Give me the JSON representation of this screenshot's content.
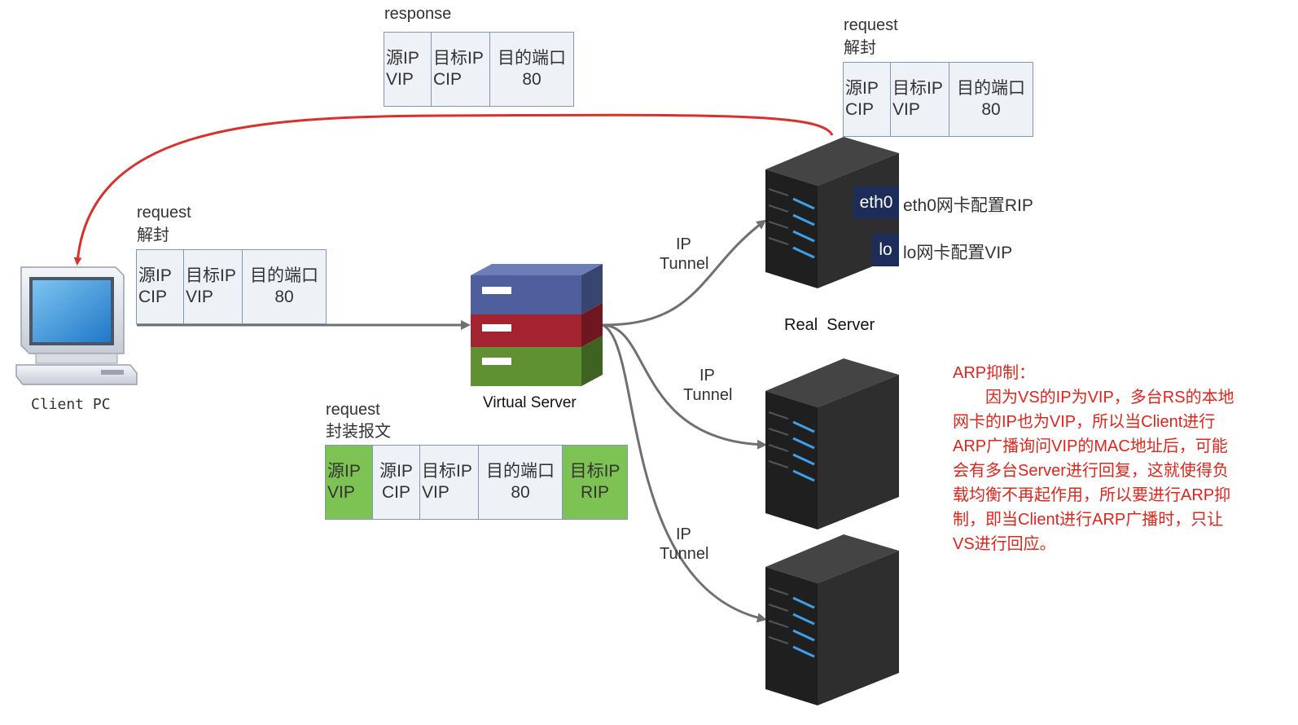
{
  "response_label": "response",
  "response_packet": {
    "c1a": "源IP",
    "c1b": "VIP",
    "c2a": "目标IP",
    "c2b": "CIP",
    "c3a": "目的端口",
    "c3b": "80"
  },
  "rs_request": {
    "l1": "request",
    "l2": "解封"
  },
  "rs_packet": {
    "c1a": "源IP",
    "c1b": "CIP",
    "c2a": "目标IP",
    "c2b": "VIP",
    "c3a": "目的端口",
    "c3b": "80"
  },
  "client_request": {
    "l1": "request",
    "l2": "解封"
  },
  "client_packet": {
    "c1a": "源IP",
    "c1b": "CIP",
    "c2a": "目标IP",
    "c2b": "VIP",
    "c3a": "目的端口",
    "c3b": "80"
  },
  "encap_request": {
    "l1": "request",
    "l2": "封装报文"
  },
  "encap_packet": {
    "c1a": "源IP",
    "c1b": "VIP",
    "c2a": "源IP",
    "c2b": "CIP",
    "c3a": "目标IP",
    "c3b": "VIP",
    "c4a": "目的端口",
    "c4b": "80",
    "c5a": "目标IP",
    "c5b": "RIP"
  },
  "client_label": "Client PC",
  "virtual_server_label": "Virtual Server",
  "real_server_label": "Real  Server",
  "tunnel1": {
    "l1": "IP",
    "l2": "Tunnel"
  },
  "tunnel2": {
    "l1": "IP",
    "l2": "Tunnel"
  },
  "tunnel3": {
    "l1": "IP",
    "l2": "Tunnel"
  },
  "eth0_tag": "eth0",
  "eth0_desc": "eth0网卡配置RIP",
  "lo_tag": "lo",
  "lo_desc": "lo网卡配置VIP",
  "arp_note": {
    "title": "ARP抑制：",
    "l1": "　　因为VS的IP为VIP，多台RS的本地",
    "l2": "网卡的IP也为VIP，所以当Client进行",
    "l3": "ARP广播询问VIP的MAC地址后，可能",
    "l4": "会有多台Server进行回复，这就使得负",
    "l5": "载均衡不再起作用，所以要进行ARP抑",
    "l6": "制，即当Client进行ARP广播时，只让",
    "l7": "VS进行回应。"
  },
  "colors": {
    "response_arrow": "#d9302b",
    "flow_arrow": "#707070",
    "packet_bg": "#eef1f6",
    "packet_border": "#7f97b8",
    "green_cell": "#7dc353",
    "tag_bg": "#1d2d5a",
    "note_text": "#e0251b",
    "vs_top": "#4f5f9e",
    "vs_mid": "#a32430",
    "vs_bottom": "#5f9133",
    "server_body": "#2b2b2b",
    "server_light": "#3fa0e8"
  }
}
